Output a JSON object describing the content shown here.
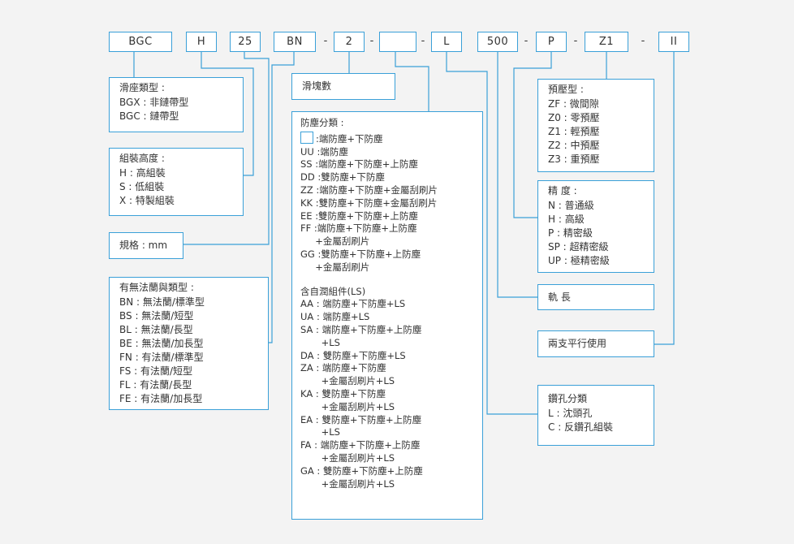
{
  "codes": [
    "BGC",
    "H",
    "25",
    "BN",
    "2",
    "",
    "L",
    "500",
    "P",
    "Z1",
    "II"
  ],
  "dashes": [
    "-",
    "-",
    "-",
    "-",
    "-",
    "-"
  ],
  "slider_type": {
    "title": "滑座類型 :",
    "items": [
      "BGX : 非鏈帶型",
      "BGC : 鏈帶型"
    ]
  },
  "assembly_height": {
    "title": "組裝高度 :",
    "items": [
      "H : 高組裝",
      "S : 低組裝",
      "X : 特製組裝"
    ]
  },
  "spec": {
    "label": "規格 : mm"
  },
  "flange": {
    "title": "有無法蘭與類型 :",
    "items": [
      "BN : 無法蘭/標準型",
      "BS : 無法蘭/短型",
      "BL : 無法蘭/長型",
      "BE : 無法蘭/加長型",
      "FN : 有法蘭/標準型",
      "FS : 有法蘭/短型",
      "FL : 有法蘭/長型",
      "FE : 有法蘭/加長型"
    ]
  },
  "block_count": {
    "label": "滑塊數"
  },
  "dust": {
    "title": "防塵分類 :",
    "blank_item": ":端防塵+下防塵",
    "items": [
      "UU :端防塵",
      "SS :端防塵+下防塵+上防塵",
      "DD :雙防塵+下防塵",
      "ZZ :端防塵+下防塵+金屬刮刷片",
      "KK :雙防塵+下防塵+金屬刮刷片",
      "EE :雙防塵+下防塵+上防塵",
      "FF :端防塵+下防塵+上防塵",
      "     +金屬刮刷片",
      "GG :雙防塵+下防塵+上防塵",
      "     +金屬刮刷片"
    ],
    "ls_title": "含自潤組件(LS)",
    "ls_items": [
      "AA : 端防塵+下防塵+LS",
      "UA : 端防塵+LS",
      "SA : 端防塵+下防塵+上防塵",
      "       +LS",
      "DA : 雙防塵+下防塵+LS",
      "ZA : 端防塵+下防塵",
      "       +金屬刮刷片+LS",
      "KA : 雙防塵+下防塵",
      "       +金屬刮刷片+LS",
      "EA : 雙防塵+下防塵+上防塵",
      "       +LS",
      "FA : 端防塵+下防塵+上防塵",
      "       +金屬刮刷片+LS",
      "GA : 雙防塵+下防塵+上防塵",
      "       +金屬刮刷片+LS"
    ]
  },
  "preload": {
    "title": "預壓型 :",
    "items": [
      "ZF : 微間隙",
      "Z0 : 零預壓",
      "Z1 : 輕預壓",
      "Z2 : 中預壓",
      "Z3 : 重預壓"
    ]
  },
  "precision": {
    "title": "精 度 :",
    "items": [
      "N : 普通級",
      "H : 高級",
      "P : 精密級",
      "SP : 超精密級",
      "UP : 極精密級"
    ]
  },
  "rail_length": {
    "label": "軌 長"
  },
  "parallel": {
    "label": "兩支平行使用"
  },
  "drill": {
    "title": "鑽孔分類",
    "items": [
      "L : 沈頭孔",
      "C : 反鑽孔組裝"
    ]
  },
  "colors": {
    "border": "#3aa0d8",
    "background": "#f3f3f3",
    "text": "#333333"
  }
}
